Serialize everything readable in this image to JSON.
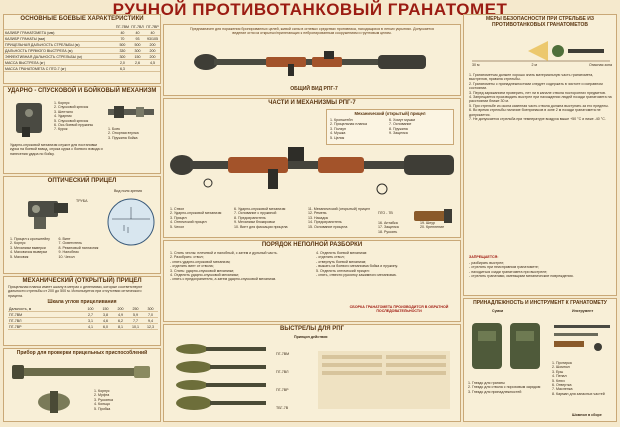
{
  "title": "РУЧНОЙ ПРОТИВОТАНКОВЫЙ ГРАНАТОМЕТ",
  "specs": {
    "header": "ОСНОВНЫЕ БОЕВЫЕ ХАРАКТЕРИСТИКИ",
    "columns": [
      "ПГ-7ВМ",
      "ПГ-7ВЛ",
      "ПГ-7ВР"
    ],
    "rows": [
      {
        "label": "КАЛИБР ГРАНАТОМЕТА (мм)",
        "values": [
          "40",
          "40",
          "40"
        ]
      },
      {
        "label": "КАЛИБР ГРАНАТЫ (мм)",
        "values": [
          "70",
          "93",
          "93/105"
        ]
      },
      {
        "label": "ПРИЦЕЛЬНАЯ ДАЛЬНОСТЬ СТРЕЛЬБЫ (м)",
        "values": [
          "500",
          "500",
          "200"
        ]
      },
      {
        "label": "ДАЛЬНОСТЬ ПРЯМОГО ВЫСТРЕЛА (м)",
        "values": [
          "330",
          "300",
          "200"
        ]
      },
      {
        "label": "ЭФФЕКТИВНАЯ ДАЛЬНОСТЬ СТРЕЛЬБЫ (м)",
        "values": [
          "300",
          "150",
          "200"
        ]
      },
      {
        "label": "МАССА ВЫСТРЕЛА (кг)",
        "values": [
          "2,0",
          "2,6",
          "4,5"
        ]
      },
      {
        "label": "МАССА ГРАНАТОМЕТА С ПГО-7 (кг)",
        "values": [
          "6,3",
          "",
          ""
        ]
      }
    ]
  },
  "trigger": {
    "header": "УДАРНО - СПУСКОВОЙ И БОЙКОВЫЙ МЕХАНИЗМ",
    "items": [
      "1. Корпус",
      "2. Спусковой крючок",
      "3. Шептало",
      "4. Ударник",
      "5. Спусковой крючок",
      "6. Ось боевой пружины",
      "7. Курок"
    ],
    "items2": [
      "1. Боек",
      "2. Опорная втулка",
      "3. Пружина бойка"
    ],
    "desc": "Ударно-спусковой механизм служит для постановки курка на боевой взвод, спуска курка с боевого взвода и нанесения удара по бойку."
  },
  "optic": {
    "header": "ОПТИЧЕСКИЙ ПРИЦЕЛ",
    "view_label": "Вид поля зрения",
    "tube_label": "ТРУБА",
    "items": [
      "1. Прицел к кронштейну",
      "2. Корпус",
      "3. Механизм выверки",
      "4. Маховичок выверки",
      "5. Маховик",
      "6. Винт",
      "7. Осветитель",
      "8. Резиновый наглазник",
      "9. Налобник",
      "10. Чехол"
    ]
  },
  "mech_sight": {
    "header": "МЕХАНИЧЕСКИЙ (ОТКРЫТЫЙ) ПРИЦЕЛ",
    "text": "Прицельная планка имеет шкалу в метрах с делениями, которые соответствуют дальности стрельбы от 200 до 500 м. Используется при отсутствии оптического прицела."
  },
  "angles": {
    "header": "Шкала углов прицеливания",
    "distance_label": "Дальность, м",
    "distances": [
      "100",
      "150",
      "200",
      "250",
      "300"
    ],
    "rows": [
      {
        "label": "ПГ-7ВМ",
        "values": [
          "2,7",
          "3,8",
          "4,9",
          "5,9",
          "7,0"
        ]
      },
      {
        "label": "ПГ-7ВЛ",
        "values": [
          "3,1",
          "4,6",
          "6,2",
          "7,7",
          "9,4"
        ]
      },
      {
        "label": "ПГ-7ВР",
        "values": [
          "4,1",
          "6,0",
          "8,1",
          "10,1",
          "12,3"
        ]
      }
    ]
  },
  "device": {
    "header": "Прибор для проверки прицельных приспособлений",
    "items": [
      "1. Корпус",
      "2. Муфта",
      "3. Рукоятка",
      "4. Кольцо",
      "5. Пробка"
    ]
  },
  "overview": {
    "intro": "Предназначен для поражения бронированных целей, живой силы в огневых средствах противника, находящихся в легких укрытиях. Допускается ведение огня из открытых/прилегающих к небронированным сооружениям и грунтовым целям.",
    "caption": "ОБЩИЙ ВИД РПГ-7"
  },
  "parts": {
    "header": "ЧАСТИ И МЕХАНИЗМЫ РПГ-7",
    "open_sight_header": "Механический (открытый) прицел",
    "open_sight_items": [
      "1. Кронштейн",
      "2. Прицельная планка",
      "3. Ползун",
      "4. Мушка",
      "5. Целик"
    ],
    "open_sight_items2": [
      "6. Хомут мушки",
      "7. Основание",
      "8. Пружина",
      "9. Защелка"
    ],
    "list1": [
      "1. Ствол",
      "2. Ударно-спусковой механизм",
      "3. Прицел",
      "4. Оптический прицел",
      "5. Чехол"
    ],
    "list2": [
      "6. Ударно-спусковой механизм",
      "7. Основание с пружиной",
      "8. Предохранитель",
      "9. Механизм блокировки",
      "10. Винт для фиксации прицела"
    ],
    "list3": [
      "11. Механический (открытый) прицел",
      "12. Ремень",
      "13. Насадок",
      "14. Предохранитель",
      "15. Основание прицела"
    ],
    "list4": [
      "16. Антабка",
      "17. Защелка",
      "18. Рукоять",
      "19. Шнур",
      "20. Крепление"
    ],
    "pgo_label": "ПГО - 7В"
  },
  "disassembly": {
    "header": "ПОРЯДОК НЕПОЛНОЙ РАЗБОРКИ",
    "left": [
      "1. Снять чехлы: плечевой и налобный, с затем и дульный часть.",
      "2. Разобрать: ствол;",
      "   - снять ударно-спусковой механизм;",
      "   - отделить винт от ствола;",
      "3. Снять: ударно-спусковой механизм;",
      "4. Отделить ударно-спусковой механизм;",
      "   - снять с предохранителя, а затем ударно-спусковой механизм."
    ],
    "right": [
      "4. Отделить боевой механизм:",
      "   - отделить ствол;",
      "   - отвернуть боевой механизм;",
      "   - выжать из боевого механизма бойка и пружину.",
      "5. Отделить оптический прицел:",
      "   - снять, отвести рукоятку зажимного механизма."
    ],
    "note": "СБОРКА ГРАНАТОМЕТА ПРОИЗВОДИТСЯ В ОБРАТНОЙ ПОСЛЕДОВАТЕЛЬНОСТИ"
  },
  "rounds": {
    "header": "ВЫСТРЕЛЫ ДЛЯ РПГ",
    "principle": "Принцип действия",
    "labels": [
      "ПГ-7ВМ",
      "ПГ-7ВЛ",
      "ПГ-7ВР",
      "ТБГ-7В"
    ]
  },
  "safety": {
    "header": "МЕРЫ БЕЗОПАСНОСТИ ПРИ СТРЕЛЬБЕ ИЗ ПРОТИВОТАНКОВЫХ ГРАНАТОМЕТОВ",
    "distances": [
      "30 м",
      "2 м",
      "Опасная зона"
    ],
    "rules": [
      "1. Гранатометчик должен хорошо знать материальную часть гранатомета, выстрелов, правила стрельбы.",
      "2. Гранатометы с принадлежностями следует содержать в чистоте и исправном состоянии.",
      "3. Перед заряжанием проверить, нет ли в канале ствола посторонних предметов.",
      "4. Запрещается производить выстрел при нахождении людей позади гранатомета на расстоянии ближе 30 м.",
      "5. При стрельбе из окопа казенная часть ствола должна выступать за его пределы.",
      "6. Во время стрельбы наличие боеприпасов в зоне 2 м позади гранатомета не допускается.",
      "7. Не допускается стрельба при температуре воздуха выше +50 °С и ниже -40 °С."
    ],
    "warning_header": "ЗАПРЕЩАЕТСЯ:",
    "warnings": [
      "- разбирать выстрел;",
      "- стрелять при неисправном гранатомете;",
      "- находиться сзади гранатомета при выстреле;",
      "- стрелять гранатами, имеющими механические повреждения."
    ]
  },
  "accessories": {
    "header": "ПРИНАДЛЕЖНОСТЬ И ИНСТРУМЕНТ К ГРАНАТОМЕТУ",
    "left_caption": "Сумки",
    "right_caption": "Инструмент",
    "left_items": [
      "1. Гнездо для гранаты",
      "2. Гнездо для ствола с пороховым зарядом",
      "3. Гнездо для принадлежностей"
    ],
    "right_items": [
      "1. Протирка",
      "2. Шомпол",
      "3. Ерш",
      "4. Пенал",
      "5. Ключ",
      "6. Отвертка",
      "7. Масленка",
      "8. Карман для запасных частей"
    ],
    "bottom_label": "Шомпол в сборе"
  },
  "colors": {
    "title": "#9b1c12",
    "header": "#5a3510",
    "panel": "#f8efd7",
    "wood": "#a3532a",
    "metal": "#3b3a36",
    "grenade": "#6d6e3a"
  }
}
